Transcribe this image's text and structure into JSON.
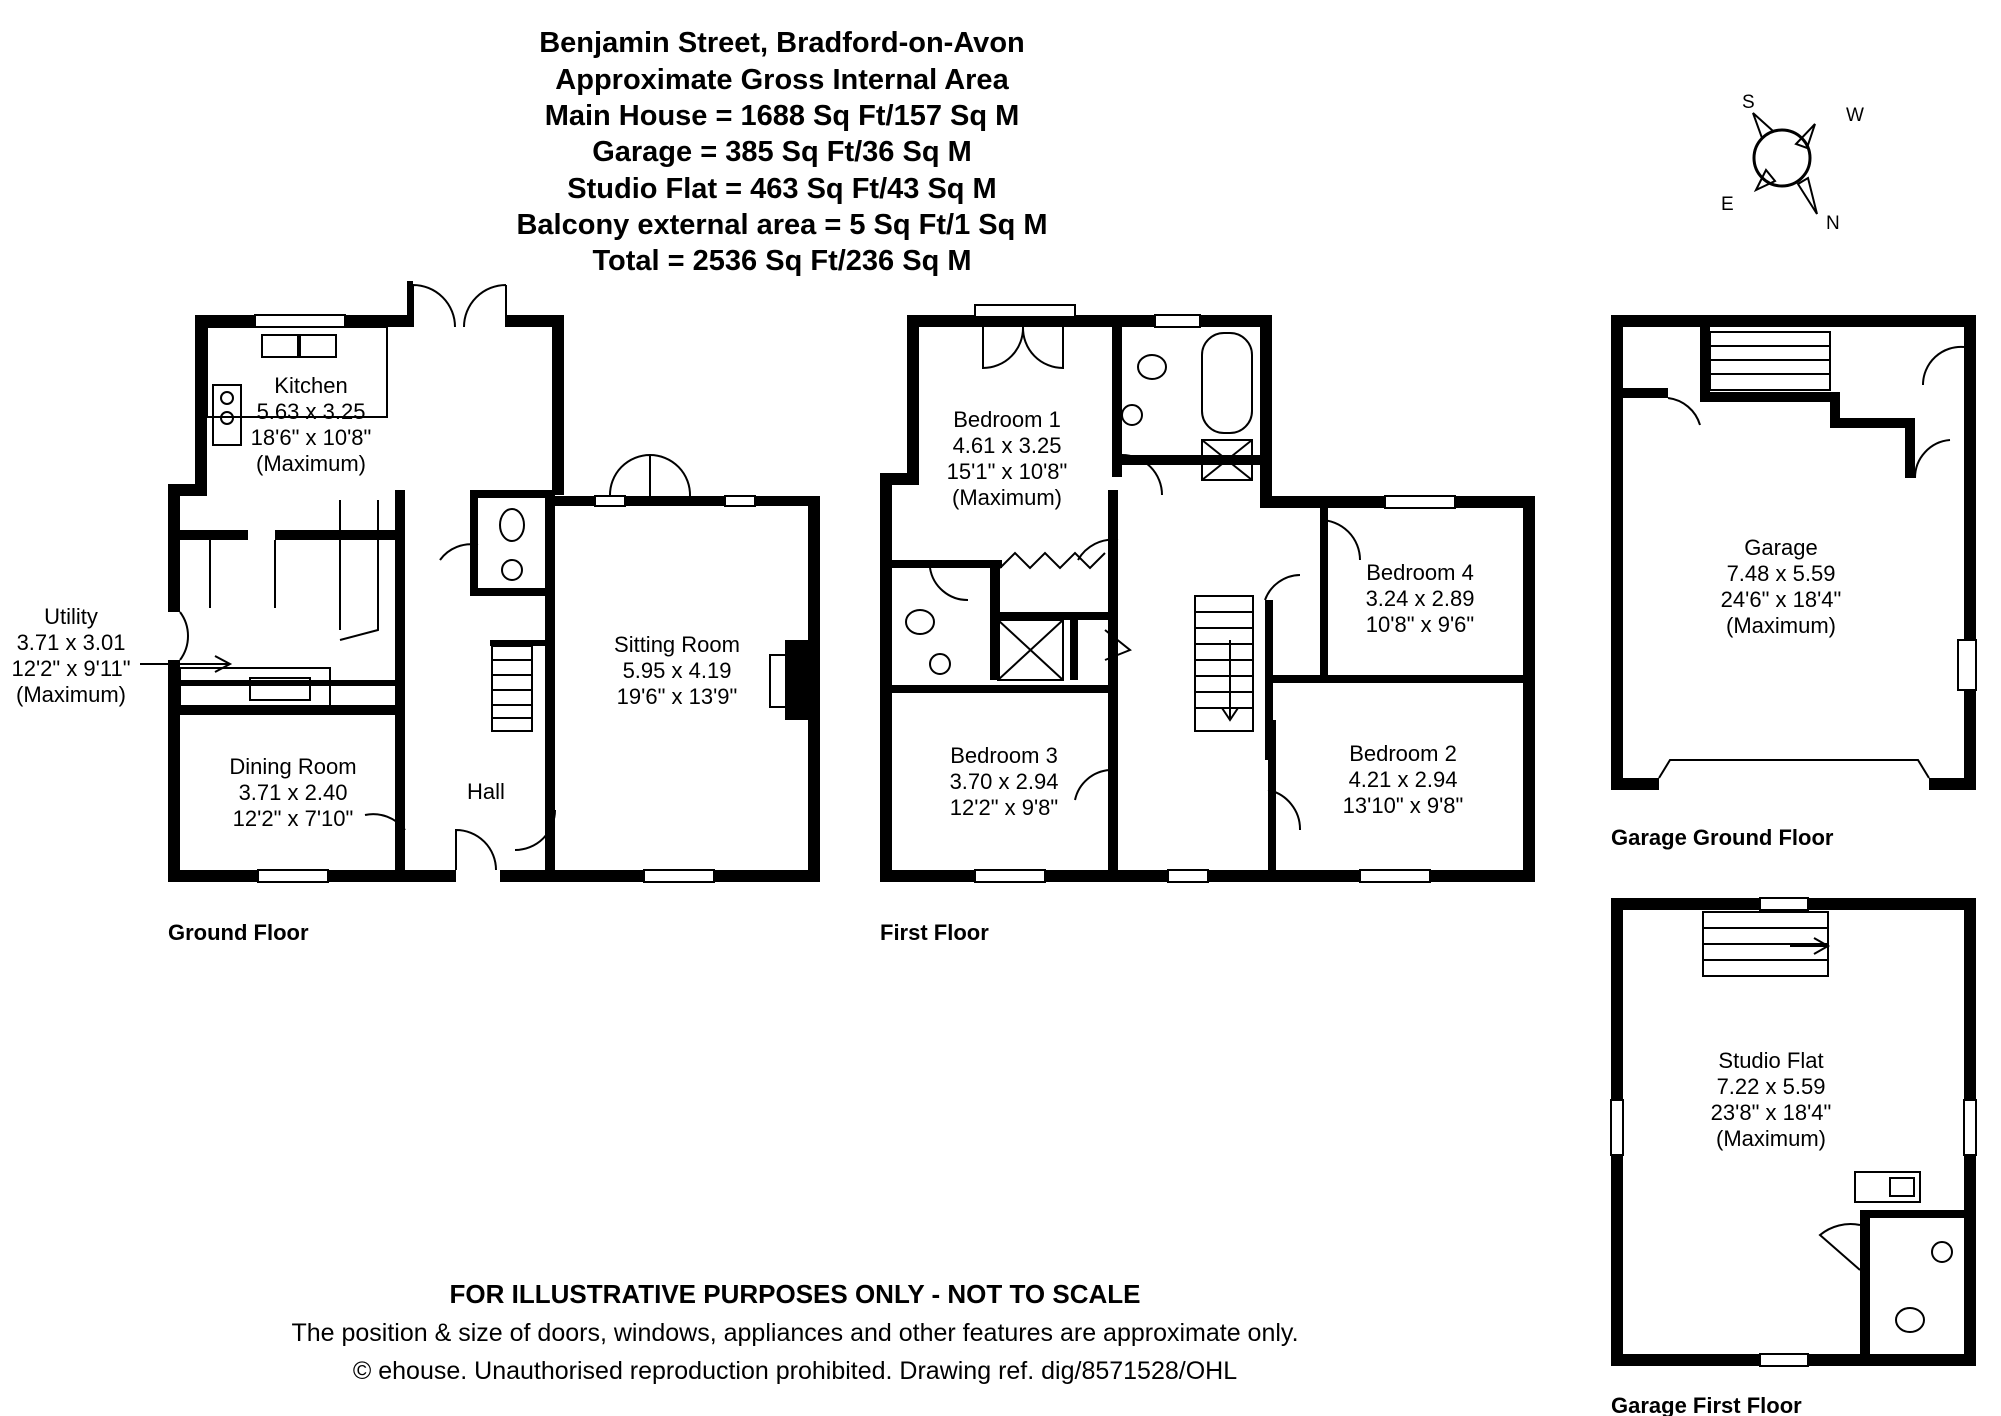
{
  "header": {
    "address": "Benjamin Street, Bradford-on-Avon",
    "area_title": "Approximate Gross Internal Area",
    "main_house": "Main House = 1688 Sq Ft/157 Sq M",
    "garage": "Garage = 385 Sq Ft/36 Sq M",
    "studio": "Studio Flat = 463 Sq Ft/43 Sq M",
    "balcony": "Balcony external area = 5 Sq Ft/1 Sq M",
    "total": "Total = 2536 Sq Ft/236 Sq M"
  },
  "compass": {
    "s": "S",
    "w": "W",
    "e": "E",
    "n": "N"
  },
  "floors": {
    "ground": "Ground Floor",
    "first": "First Floor",
    "garage_ground": "Garage Ground Floor",
    "garage_first": "Garage First Floor"
  },
  "rooms": {
    "kitchen": {
      "name": "Kitchen",
      "metric": "5.63 x 3.25",
      "imperial": "18'6\" x 10'8\"",
      "note": "(Maximum)"
    },
    "utility": {
      "name": "Utility",
      "metric": "3.71 x 3.01",
      "imperial": "12'2\" x 9'11\"",
      "note": "(Maximum)"
    },
    "dining": {
      "name": "Dining Room",
      "metric": "3.71 x 2.40",
      "imperial": "12'2\" x 7'10\""
    },
    "hall": {
      "name": "Hall"
    },
    "sitting": {
      "name": "Sitting Room",
      "metric": "5.95 x 4.19",
      "imperial": "19'6\" x 13'9\""
    },
    "bed1": {
      "name": "Bedroom 1",
      "metric": "4.61 x 3.25",
      "imperial": "15'1\" x 10'8\"",
      "note": "(Maximum)"
    },
    "bed2": {
      "name": "Bedroom 2",
      "metric": "4.21 x 2.94",
      "imperial": "13'10\" x 9'8\""
    },
    "bed3": {
      "name": "Bedroom 3",
      "metric": "3.70 x 2.94",
      "imperial": "12'2\" x 9'8\""
    },
    "bed4": {
      "name": "Bedroom 4",
      "metric": "3.24 x 2.89",
      "imperial": "10'8\" x 9'6\""
    },
    "garage": {
      "name": "Garage",
      "metric": "7.48 x 5.59",
      "imperial": "24'6\" x 18'4\"",
      "note": "(Maximum)"
    },
    "studio": {
      "name": "Studio Flat",
      "metric": "7.22 x 5.59",
      "imperial": "23'8\" x 18'4\"",
      "note": "(Maximum)"
    }
  },
  "disclaimer": {
    "heading": "FOR ILLUSTRATIVE PURPOSES ONLY - NOT TO SCALE",
    "line1": "The position & size of doors, windows, appliances and other features are approximate only.",
    "line2": "© ehouse. Unauthorised reproduction prohibited. Drawing ref. dig/8571528/OHL"
  },
  "colors": {
    "wall": "#000000",
    "background": "#ffffff",
    "line": "#000000"
  }
}
